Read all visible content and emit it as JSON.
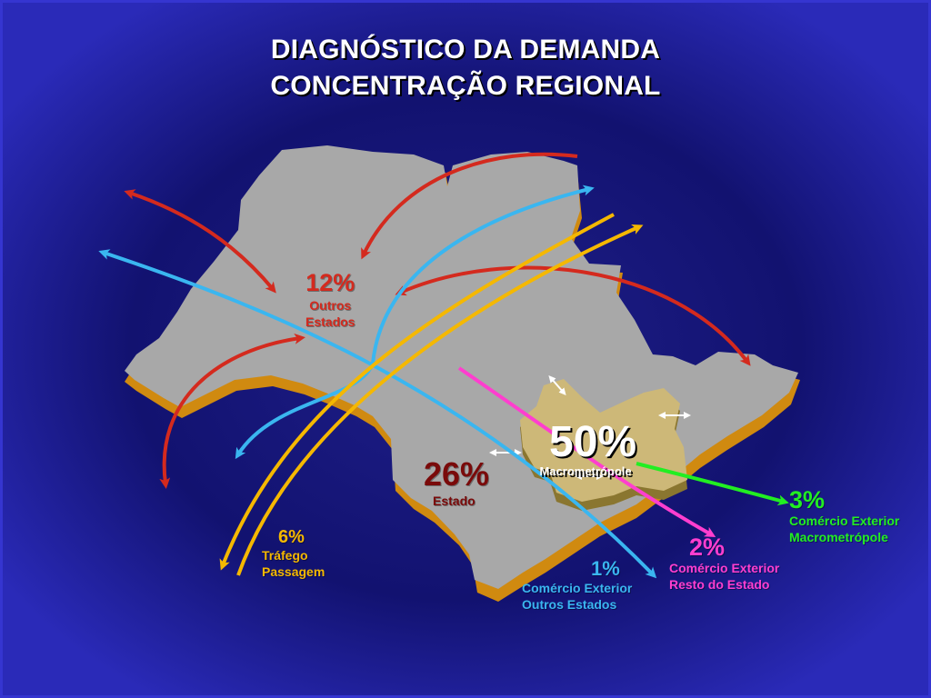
{
  "title": {
    "line1": "DIAGNÓSTICO DA DEMANDA",
    "line2": "CONCENTRAÇÃO REGIONAL"
  },
  "regions": {
    "outros_estados": {
      "percent": "12%",
      "line1": "Outros",
      "line2": "Estados",
      "color": "#d42a1e"
    },
    "estado": {
      "percent": "26%",
      "line1": "Estado",
      "color": "#7a0a0a"
    },
    "macrometropole": {
      "percent": "50%",
      "line1": "Macrometrópole",
      "color": "#ffffff"
    },
    "trafego": {
      "percent": "6%",
      "line1": "Tráfego",
      "line2": "Passagem",
      "color": "#f5b800"
    },
    "comercio_outros": {
      "percent": "1%",
      "line1": "Comércio Exterior",
      "line2": "Outros Estados",
      "color": "#3ab6f0"
    },
    "comercio_resto": {
      "percent": "2%",
      "line1": "Comércio Exterior",
      "line2": "Resto do Estado",
      "color": "#ff3ecf"
    },
    "comercio_macro": {
      "percent": "3%",
      "line1": "Comércio Exterior",
      "line2": "Macrometrópole",
      "color": "#22ee22"
    }
  }
}
